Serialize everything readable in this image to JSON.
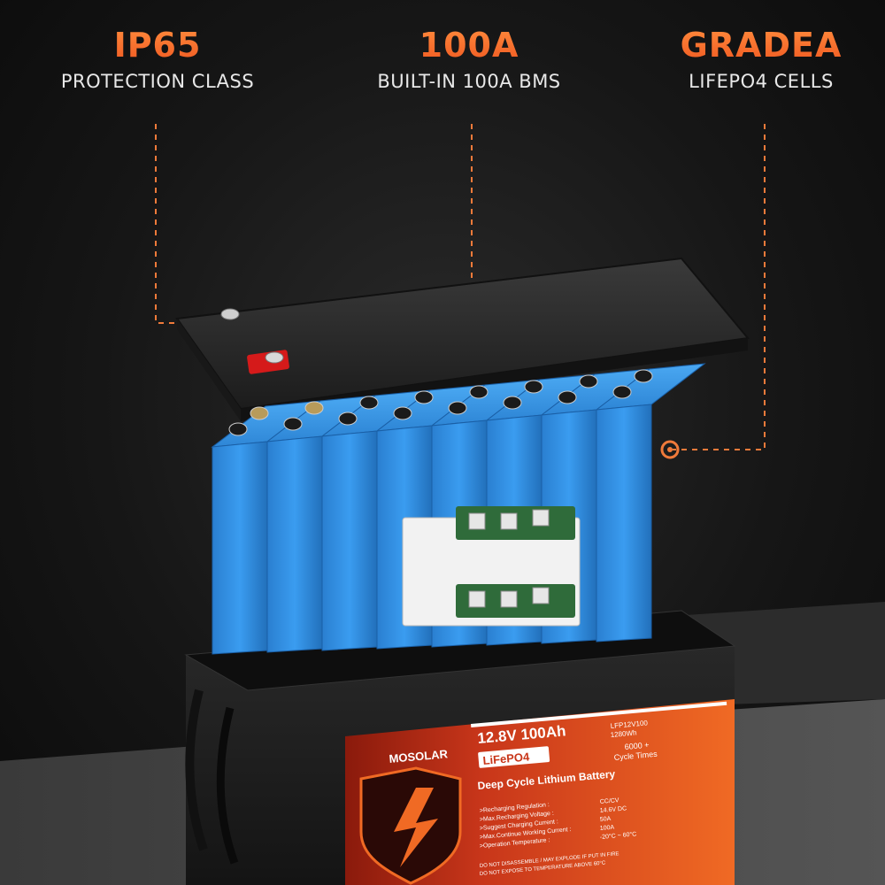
{
  "callouts": [
    {
      "title": "IP65",
      "subtitle": "PROTECTION CLASS"
    },
    {
      "title": "100A",
      "subtitle": "BUILT-IN 100A BMS"
    },
    {
      "title": "GRADEA",
      "subtitle": "LIFEPO4 CELLS"
    }
  ],
  "battery_label": {
    "brand": "MOSOLAR",
    "voltage_capacity": "12.8V  100Ah",
    "chemistry": "LiFePO4",
    "model": "LFP12V100",
    "energy": "1280Wh",
    "cycles": "6000 +",
    "cycles_label": "Cycle Times",
    "type": "Deep Cycle Lithium Battery",
    "specs": [
      {
        "name": ">Recharging Regulation :",
        "value": "CC/CV"
      },
      {
        "name": ">Max.Recharging Voltage :",
        "value": "14.6V DC"
      },
      {
        "name": ">Suggest Charging Current :",
        "value": "50A"
      },
      {
        "name": ">Max.Continue Working Current :",
        "value": "100A"
      },
      {
        "name": ">Operation Temperature :",
        "value": "-20°C ~ 60°C"
      }
    ],
    "warning_1": "DO NOT DISASSEMBLE / MAY EXPLODE IF PUT IN FIRE",
    "warning_2": "DO NOT EXPOSE TO TEMPERATURE ABOVE 60°C"
  },
  "colors": {
    "accent": "#f05a22",
    "cell_blue": "#2f8fe0",
    "label_orange": "#e8541c",
    "pcb_green": "#2f6b3a"
  }
}
